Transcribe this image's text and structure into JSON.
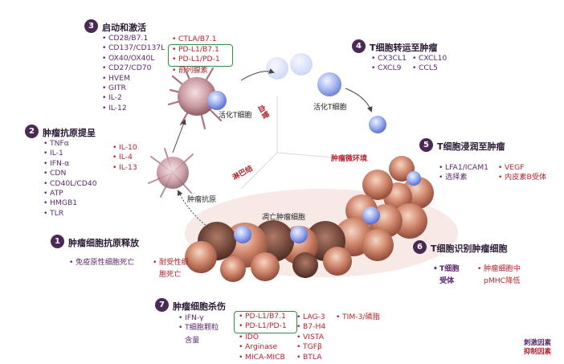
{
  "steps": [
    {
      "num": "1",
      "title": "肿瘤细胞抗原释放",
      "stim": [
        "免疫原性细胞死亡"
      ],
      "inh": [
        "耐受性细",
        "胞死亡"
      ]
    },
    {
      "num": "2",
      "title": "肿瘤抗原提呈",
      "stim": [
        "TNFα",
        "IL-1",
        "IFN-α",
        "CDN",
        "CD40L/CD40",
        "ATP",
        "HMGB1",
        "TLR"
      ],
      "inh": [
        "IL-10",
        "IL-4",
        "IL-13"
      ]
    },
    {
      "num": "3",
      "title": "启动和激活",
      "stim": [
        "CD28/B7.1",
        "CD137/CD137L",
        "OX40/OX40L",
        "CD27/CD70",
        "HVEM",
        "GITR",
        "IL-2",
        "IL-12"
      ],
      "inh_boxed": [
        "CTLA/B7.1",
        "PD-L1/B7.1",
        "PD-L1/PD-1"
      ],
      "inh": [
        "前列腺素"
      ]
    },
    {
      "num": "4",
      "title": "T细胞转运至肿瘤",
      "stim": [
        "CX3CL1",
        "CXCL9",
        "CXCL10",
        "CCL5"
      ]
    },
    {
      "num": "5",
      "title": "T细胞浸润至肿瘤",
      "stim": [
        "LFA1/ICAM1",
        "选择素"
      ],
      "inh": [
        "VEGF",
        "内皮素B受体"
      ]
    },
    {
      "num": "6",
      "title": "T细胞识别肿瘤细胞",
      "stim": [
        "T细胞",
        "受体"
      ],
      "inh": [
        "肿瘤细胞中",
        "pMHC降低"
      ]
    },
    {
      "num": "7",
      "title": "肿瘤细胞杀伤",
      "stim": [
        "IFN-γ",
        "T细胞颗粒",
        "含量"
      ],
      "inh_boxed": [
        "PD-L1/B7.1",
        "PD-L1/PD-1"
      ],
      "inh": [
        "IDO",
        "Arginase",
        "MICA-MICB",
        "LAG-3",
        "B7-H4",
        "VISTA",
        "TGFβ",
        "BTLA",
        "TIM-3/磷脂"
      ]
    }
  ],
  "labels": {
    "activated_t1": "活化T细胞",
    "activated_t2": "活化T细胞",
    "tumor_antigen": "肿瘤抗原",
    "dying_tumor": "凋亡肿瘤细胞",
    "blood": "血管",
    "lymph": "淋巴结",
    "tme": "肿瘤微环境"
  },
  "legend": {
    "stim": "刺激因素",
    "inh": "抑制因素"
  },
  "colors": {
    "stim": "#5c2a6e",
    "inh": "#b3242f",
    "badge": "#4a2a55",
    "box": "#2f8f4a"
  }
}
